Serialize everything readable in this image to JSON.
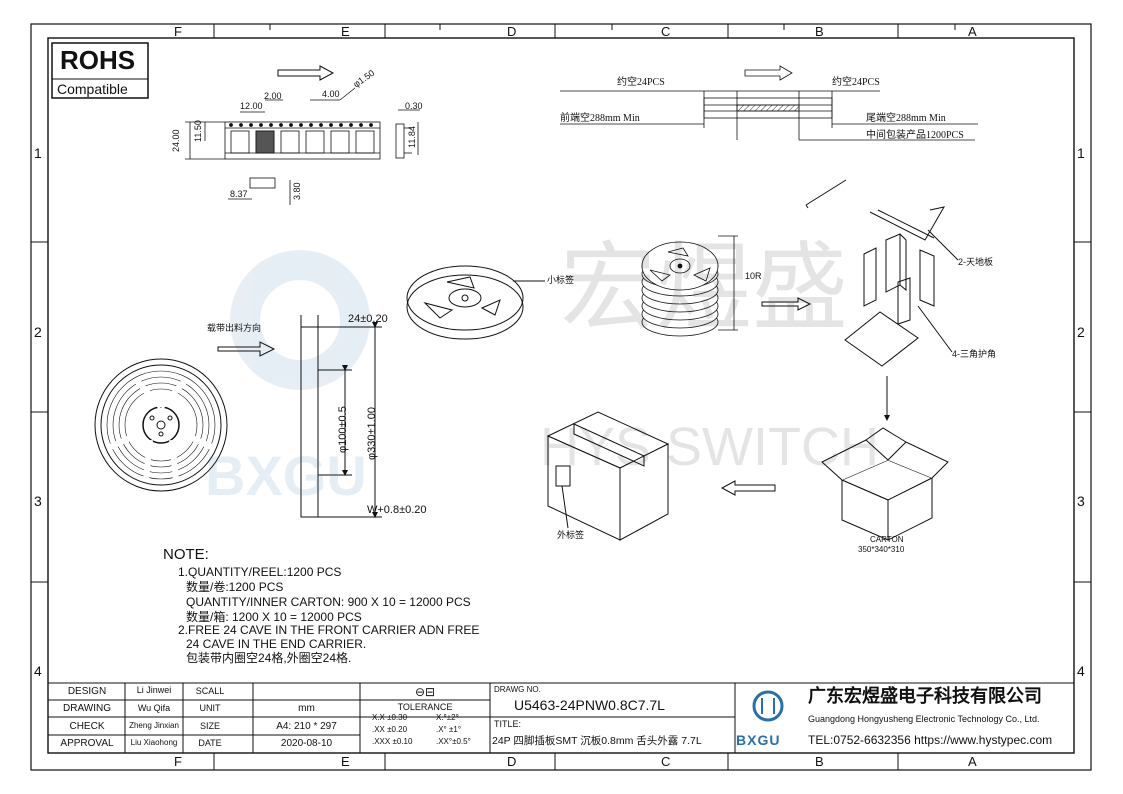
{
  "zone_columns": [
    "F",
    "E",
    "D",
    "C",
    "B",
    "A"
  ],
  "zone_rows": [
    "1",
    "2",
    "3",
    "4"
  ],
  "rohs": {
    "title": "ROHS",
    "subtitle": "Compatible"
  },
  "watermark": {
    "text": "宏煜盛",
    "brand": "HYS SWITCH",
    "logo": "BXGU"
  },
  "tape_dims": {
    "pitch": "2.00",
    "hole_pitch": "4.00",
    "hole_dia": "φ1.50",
    "pocket_pitch": "12.00",
    "thickness": "0.30",
    "width": "24.00",
    "half_width": "11.50",
    "pocket_depth": "11.84",
    "pocket_w": "8.37",
    "pocket_h": "3.80"
  },
  "tape_layout": {
    "lead_empty": "约空24PCS",
    "tail_empty": "约空24PCS",
    "front_label": "前端空288mm Min",
    "rear_label": "尾端空288mm Min",
    "middle_label": "中间包装产品1200PCS"
  },
  "reel": {
    "direction": "载带出料方向",
    "flange": "24±0.20",
    "hub": "φ100±0.5",
    "outer": "φ330±1.00",
    "width": "W+0.8±0.20"
  },
  "packing": {
    "small_label": "小标签",
    "stack": "10R",
    "top_bottom": "2-天地板",
    "corners": "4-三角护角",
    "outer_label": "外标签",
    "carton": "CARTON",
    "carton_size": "350*340*310"
  },
  "notes": {
    "heading": "NOTE:",
    "lines": [
      "1.QUANTITY/REEL:1200  PCS",
      "数量/卷:1200  PCS",
      "QUANTITY/INNER  CARTON: 900  X  10  =  12000  PCS",
      "数量/箱:  1200  X  10  =  12000    PCS",
      "2.FREE  24  CAVE  IN  THE  FRONT  CARRIER    ADN  FREE",
      "24  CAVE  IN  THE  END  CARRIER.",
      "包装带内圈空24格,外圈空24格."
    ]
  },
  "title_block": {
    "design_label": "DESIGN",
    "design_name": "Li Jinwei",
    "drawing_label": "DRAWING",
    "drawing_name": "Wu Qifa",
    "check_label": "CHECK",
    "check_name": "Zheng Jinxian",
    "approval_label": "APPROVAL",
    "approval_name": "Liu Xiaohong",
    "scale_label": "SCALL",
    "unit_label": "UNIT",
    "size_label": "SIZE",
    "date_label": "DATE",
    "unit_value": "mm",
    "size_value": "A4: 210 * 297",
    "date_value": "2020-08-10",
    "tolerance_label": "TOLERANCE",
    "tol_lin_1": "X.X  ±0.30",
    "tol_lin_2": ".XX  ±0.20",
    "tol_lin_3": ".XXX  ±0.10",
    "tol_ang_1": "X.°±2°",
    "tol_ang_2": ".X° ±1°",
    "tol_ang_3": ".XX°±0.5°",
    "drawing_no_label": "DRAWG NO.",
    "drawing_no": "U5463-24PNW0.8C7.7L",
    "title_label": "TITLE:",
    "title": "24P 四脚插板SMT 沉板0.8mm 舌头外露 7.7L",
    "company_cn": "广东宏煜盛电子科技有限公司",
    "company_en": "Guangdong Hongyusheng Electronic Technology Co., Ltd.",
    "contact": "TEL:0752-6632356  https://www.hystypec.com",
    "logo_text": "BXGU"
  }
}
